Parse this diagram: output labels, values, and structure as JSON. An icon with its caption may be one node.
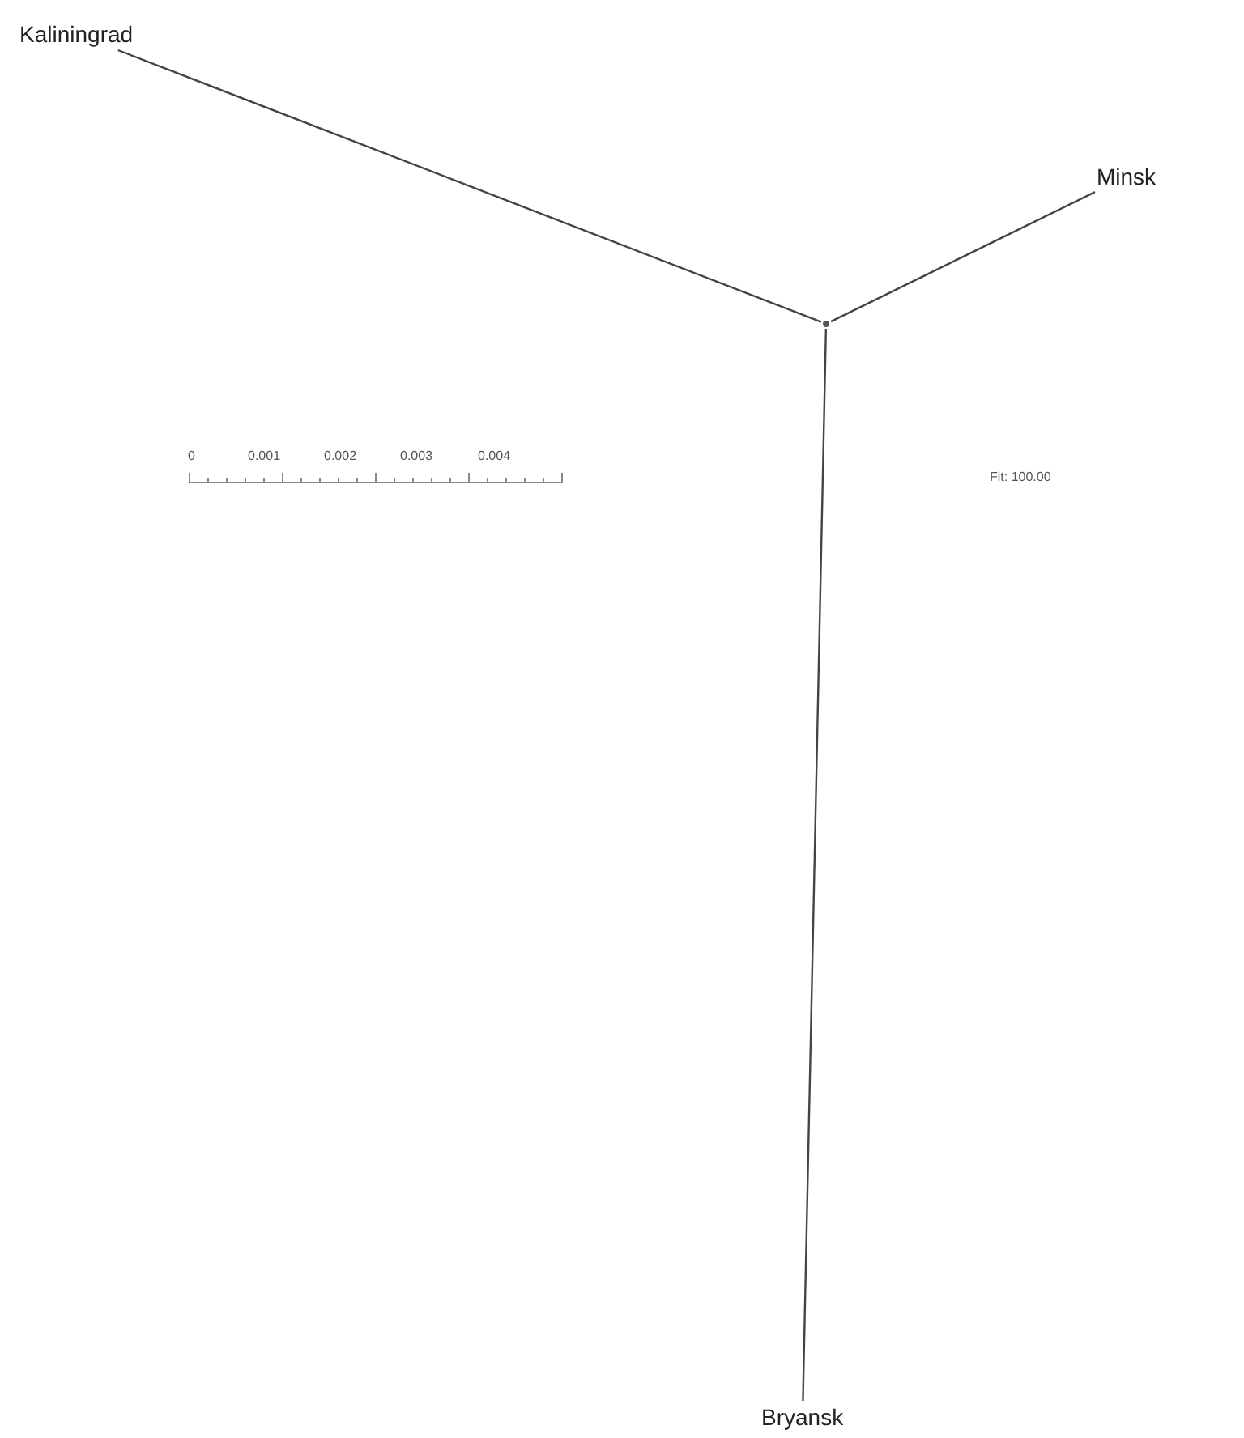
{
  "diagram": {
    "nodes": [
      {
        "text": [
          "Kaliningrad"
        ]
      },
      {
        "text": [
          "Minsk"
        ]
      },
      {
        "text": [],
        "shape": "point"
      },
      {
        "text": [
          "Bryansk"
        ]
      }
    ],
    "edges": [
      {
        "from": 0,
        "to": 2,
        "arrow": "none"
      },
      {
        "from": 1,
        "to": 2,
        "arrow": "none"
      },
      {
        "from": 2,
        "to": 3,
        "arrow": "none"
      }
    ],
    "labels": [
      "0",
      "0.001",
      "0.002",
      "0.003",
      "0.004",
      "Fit: 100.00"
    ]
  }
}
